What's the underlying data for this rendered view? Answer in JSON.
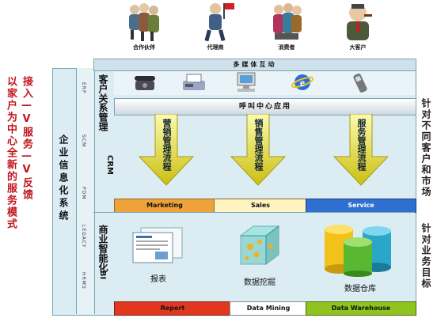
{
  "personas": [
    {
      "label": "合作伙伴",
      "icon": "partner-icon"
    },
    {
      "label": "代理商",
      "icon": "agent-icon"
    },
    {
      "label": "消费者",
      "icon": "consumer-icon"
    },
    {
      "label": "大客户",
      "icon": "key-customer-icon"
    }
  ],
  "left_caption_col1": "以家户为中心全新的服务模式",
  "left_caption_col2": "接入—V服务—V反馈",
  "enterprise_label": "企业信息化系统",
  "layers": [
    "ERP",
    "SCM",
    "PDM",
    "LEGACY",
    "HRMS"
  ],
  "top_band": "多媒体互动",
  "crm_label_cn": "客户关系管理",
  "crm_label_en": "CRM",
  "bi_label_cn": "商业智能化",
  "bi_label_en": "BI",
  "call_center": "呼叫中心应用",
  "process_arrows": [
    "营销管理流程",
    "销售管理流程",
    "服务管理流程"
  ],
  "crm_tabs": [
    "Marketing",
    "Sales",
    "Service"
  ],
  "bi_items": [
    "报表",
    "数据挖掘",
    "数据仓库"
  ],
  "bi_tabs": [
    "Report",
    "Data Mining",
    "Data Warehouse"
  ],
  "right_caption_top": "针对不同客户和市场",
  "right_caption_bottom": "针对业务目标",
  "colors": {
    "frame": "#dcecf3",
    "crm_orange": "#f0a23a",
    "crm_cream": "#fff3c2",
    "crm_blue": "#2f6fcf",
    "bi_red": "#e2371f",
    "bi_white": "#ffffff",
    "bi_green": "#8fc31f",
    "arrow_yellow": "#e8e020",
    "left_text": "#c0151c"
  }
}
